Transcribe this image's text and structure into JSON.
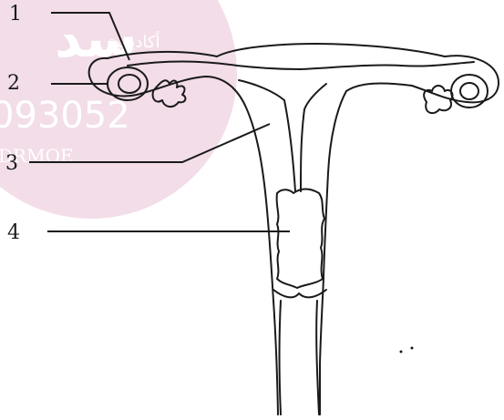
{
  "labels": [
    {
      "id": "1",
      "text": "1"
    },
    {
      "id": "2",
      "text": "2"
    },
    {
      "id": "3",
      "text": "3"
    },
    {
      "id": "4",
      "text": "4"
    }
  ],
  "watermark": {
    "logo_text": "سد",
    "arabic_text": "أكاديمية",
    "number_text": "093052",
    "handle_text": "DRMOE",
    "color": "#c98fae"
  },
  "colors": {
    "ink": "#1a1a1a",
    "background": "#ffffff"
  }
}
